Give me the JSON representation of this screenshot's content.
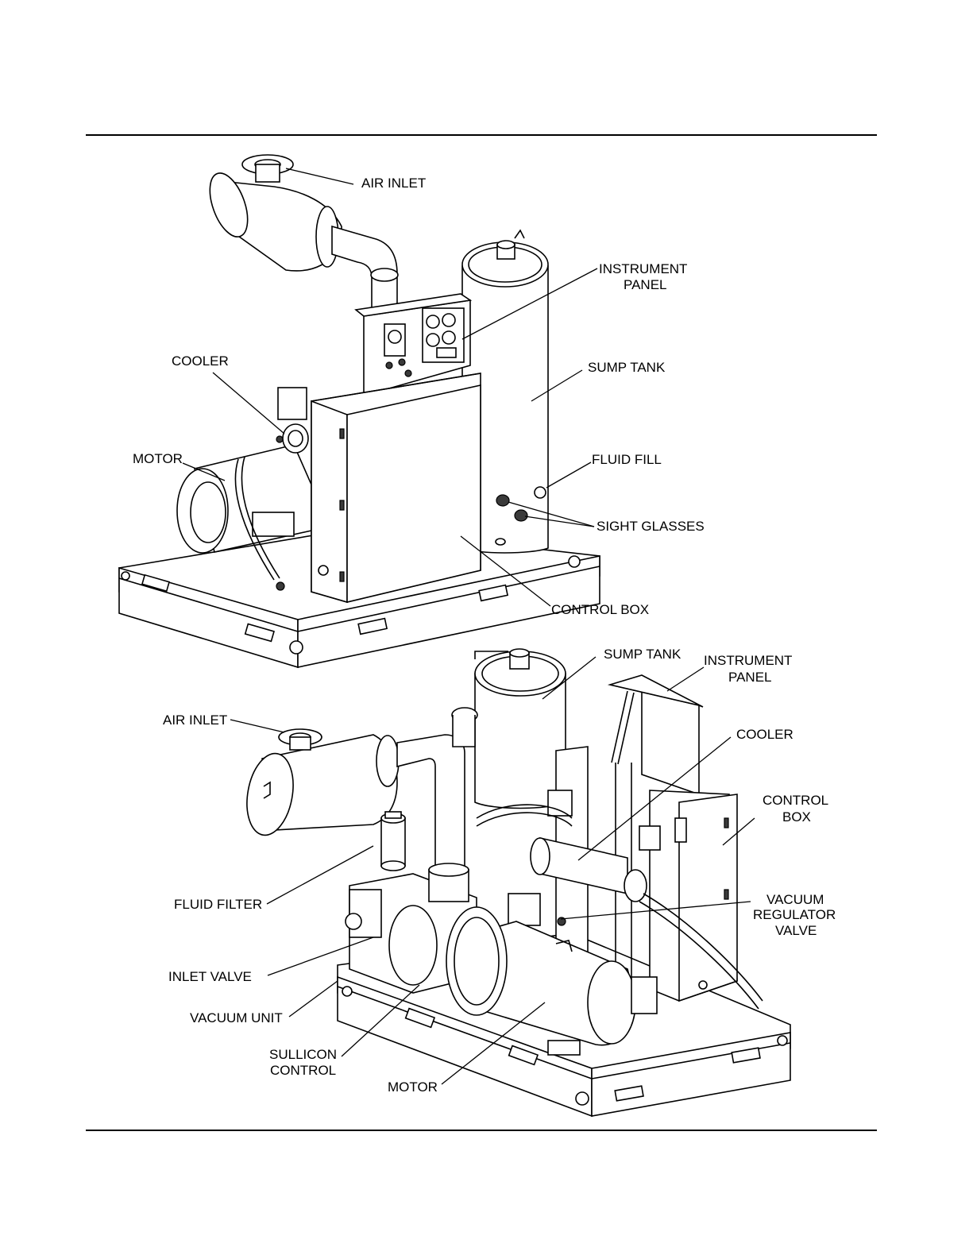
{
  "figure_top": {
    "labels": {
      "air_inlet": "AIR INLET",
      "instrument_panel_1": "INSTRUMENT",
      "instrument_panel_2": "PANEL",
      "cooler": "COOLER",
      "sump_tank": "SUMP TANK",
      "motor": "MOTOR",
      "fluid_fill": "FLUID FILL",
      "sight_glasses": "SIGHT GLASSES",
      "control_box": "CONTROL BOX"
    }
  },
  "figure_bottom": {
    "labels": {
      "sump_tank": "SUMP TANK",
      "instrument_panel_1": "INSTRUMENT",
      "instrument_panel_2": "PANEL",
      "air_inlet": "AIR INLET",
      "cooler": "COOLER",
      "control_box_1": "CONTROL",
      "control_box_2": "BOX",
      "fluid_filter": "FLUID FILTER",
      "vacuum_regulator_valve_1": "VACUUM",
      "vacuum_regulator_valve_2": "REGULATOR",
      "vacuum_regulator_valve_3": "VALVE",
      "inlet_valve": "INLET VALVE",
      "vacuum_unit": "VACUUM UNIT",
      "sullicon_control_1": "SULLICON",
      "sullicon_control_2": "CONTROL",
      "motor": "MOTOR"
    }
  }
}
